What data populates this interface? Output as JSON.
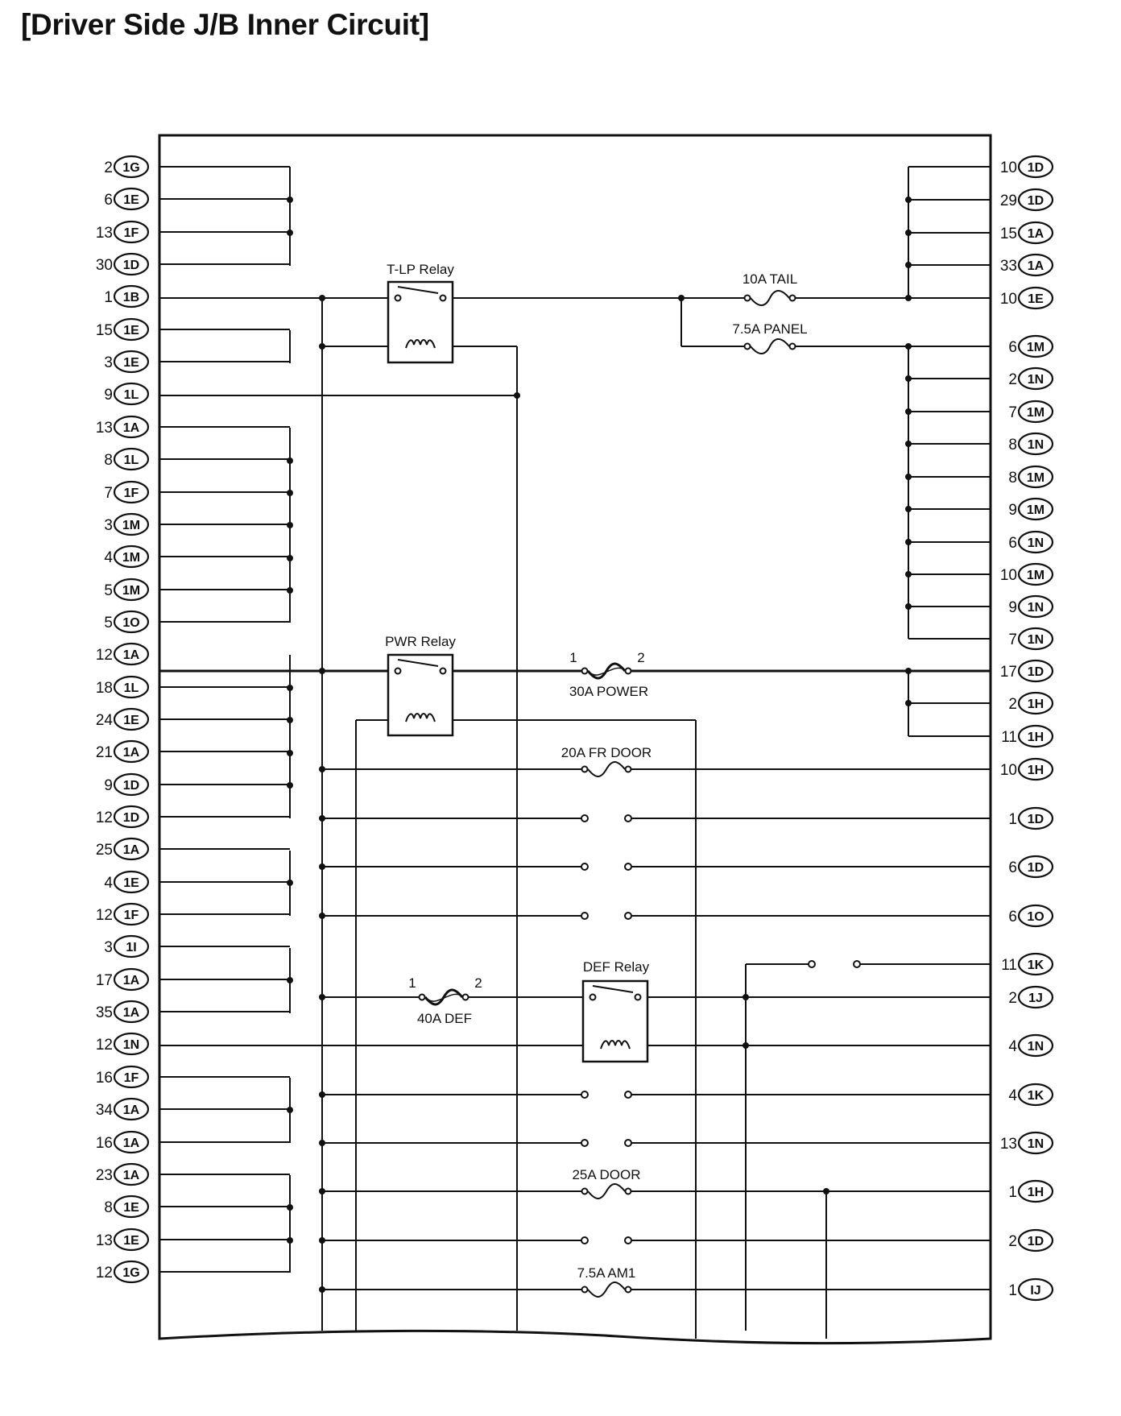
{
  "title": "[Driver Side J/B Inner Circuit]",
  "left_connectors": [
    {
      "pin": "2",
      "code": "1G"
    },
    {
      "pin": "6",
      "code": "1E"
    },
    {
      "pin": "13",
      "code": "1F"
    },
    {
      "pin": "30",
      "code": "1D"
    },
    {
      "pin": "1",
      "code": "1B"
    },
    {
      "pin": "15",
      "code": "1E"
    },
    {
      "pin": "3",
      "code": "1E"
    },
    {
      "pin": "9",
      "code": "1L"
    },
    {
      "pin": "13",
      "code": "1A"
    },
    {
      "pin": "8",
      "code": "1L"
    },
    {
      "pin": "7",
      "code": "1F"
    },
    {
      "pin": "3",
      "code": "1M"
    },
    {
      "pin": "4",
      "code": "1M"
    },
    {
      "pin": "5",
      "code": "1M"
    },
    {
      "pin": "5",
      "code": "1O"
    },
    {
      "pin": "12",
      "code": "1A"
    },
    {
      "pin": "18",
      "code": "1L"
    },
    {
      "pin": "24",
      "code": "1E"
    },
    {
      "pin": "21",
      "code": "1A"
    },
    {
      "pin": "9",
      "code": "1D"
    },
    {
      "pin": "12",
      "code": "1D"
    },
    {
      "pin": "25",
      "code": "1A"
    },
    {
      "pin": "4",
      "code": "1E"
    },
    {
      "pin": "12",
      "code": "1F"
    },
    {
      "pin": "3",
      "code": "1I"
    },
    {
      "pin": "17",
      "code": "1A"
    },
    {
      "pin": "35",
      "code": "1A"
    },
    {
      "pin": "12",
      "code": "1N"
    },
    {
      "pin": "16",
      "code": "1F"
    },
    {
      "pin": "34",
      "code": "1A"
    },
    {
      "pin": "16",
      "code": "1A"
    },
    {
      "pin": "23",
      "code": "1A"
    },
    {
      "pin": "8",
      "code": "1E"
    },
    {
      "pin": "13",
      "code": "1E"
    },
    {
      "pin": "12",
      "code": "1G"
    }
  ],
  "right_connectors": [
    {
      "pin": "10",
      "code": "1D"
    },
    {
      "pin": "29",
      "code": "1D"
    },
    {
      "pin": "15",
      "code": "1A"
    },
    {
      "pin": "33",
      "code": "1A"
    },
    {
      "pin": "10",
      "code": "1E"
    },
    {
      "pin": "6",
      "code": "1M"
    },
    {
      "pin": "2",
      "code": "1N"
    },
    {
      "pin": "7",
      "code": "1M"
    },
    {
      "pin": "8",
      "code": "1N"
    },
    {
      "pin": "8",
      "code": "1M"
    },
    {
      "pin": "9",
      "code": "1M"
    },
    {
      "pin": "6",
      "code": "1N"
    },
    {
      "pin": "10",
      "code": "1M"
    },
    {
      "pin": "9",
      "code": "1N"
    },
    {
      "pin": "7",
      "code": "1N"
    },
    {
      "pin": "17",
      "code": "1D"
    },
    {
      "pin": "2",
      "code": "1H"
    },
    {
      "pin": "11",
      "code": "1H"
    },
    {
      "pin": "10",
      "code": "1H"
    },
    {
      "pin": "1",
      "code": "1D"
    },
    {
      "pin": "6",
      "code": "1D"
    },
    {
      "pin": "6",
      "code": "1O"
    },
    {
      "pin": "11",
      "code": "1K"
    },
    {
      "pin": "2",
      "code": "1J"
    },
    {
      "pin": "4",
      "code": "1N"
    },
    {
      "pin": "4",
      "code": "1K"
    },
    {
      "pin": "13",
      "code": "1N"
    },
    {
      "pin": "1",
      "code": "1H"
    },
    {
      "pin": "2",
      "code": "1D"
    },
    {
      "pin": "1",
      "code": "IJ"
    }
  ],
  "relays": {
    "tlp": "T-LP Relay",
    "pwr": "PWR Relay",
    "def": "DEF Relay"
  },
  "fuses": {
    "tail": "10A TAIL",
    "panel": "7.5A PANEL",
    "power": "30A POWER",
    "fr_door": "20A FR DOOR",
    "def": "40A DEF",
    "door": "25A DOOR",
    "am1": "7.5A AM1"
  },
  "terminal_numbers": {
    "power_in": "1",
    "power_out": "2",
    "def_in": "1",
    "def_out": "2"
  }
}
